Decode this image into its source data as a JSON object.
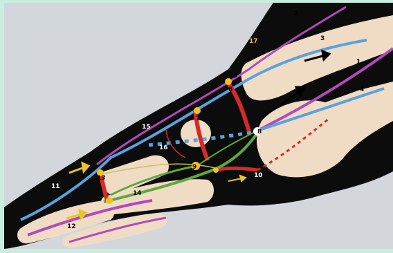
{
  "colors": {
    "background": "#d3d7dc",
    "frame": "#c8eee0",
    "tissue": "#0c0c0c",
    "bone": "#f0dcc4",
    "vessel_blue": "#5aa2de",
    "vessel_magenta": "#b24ab8",
    "vessel_red": "#d42a2a",
    "vessel_green": "#5fa83a",
    "node_yellow": "#f2c21a",
    "arrow_yellow": "#e8c42a",
    "arrow_black": "#000000"
  },
  "labels": [
    "1",
    "2",
    "3",
    "4",
    "5",
    "6",
    "7",
    "8",
    "9",
    "10",
    "11",
    "12",
    "13",
    "14",
    "15",
    "16",
    "17"
  ]
}
